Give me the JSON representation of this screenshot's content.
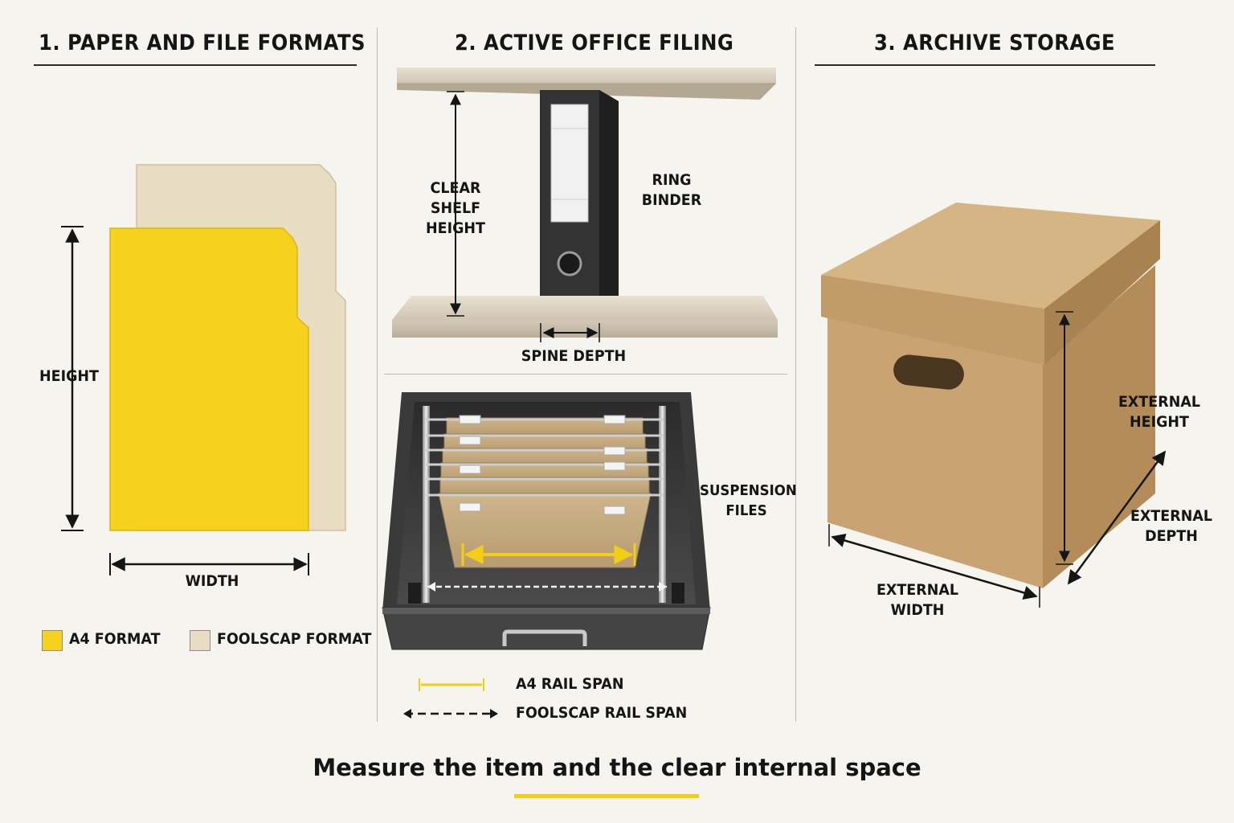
{
  "sections": [
    {
      "title": "1. PAPER AND FILE FORMATS"
    },
    {
      "title": "2. ACTIVE OFFICE FILING"
    },
    {
      "title": "3. ARCHIVE STORAGE"
    }
  ],
  "formats": {
    "height_label": "HEIGHT",
    "width_label": "WIDTH",
    "legend": [
      {
        "label": "A4 FORMAT",
        "color": "#f6d21e"
      },
      {
        "label": "FOOLSCAP FORMAT",
        "color": "#e8dcc3"
      }
    ]
  },
  "shelf": {
    "clear_height_label": "CLEAR\nSHELF\nHEIGHT",
    "binder_label": "RING\nBINDER",
    "spine_label": "SPINE DEPTH"
  },
  "drawer": {
    "files_label": "SUSPENSION\nFILES",
    "legend": [
      {
        "label": "A4 RAIL SPAN",
        "color": "#f2cf16"
      },
      {
        "label": "FOOLSCAP RAIL SPAN",
        "color": "#151515"
      }
    ]
  },
  "archive": {
    "height_label": "EXTERNAL\nHEIGHT",
    "depth_label": "EXTERNAL\nDEPTH",
    "width_label": "EXTERNAL\nWIDTH",
    "box_color": "#c9a472"
  },
  "caption": "Measure the item and the clear internal space",
  "accent_color": "#f2cf16"
}
